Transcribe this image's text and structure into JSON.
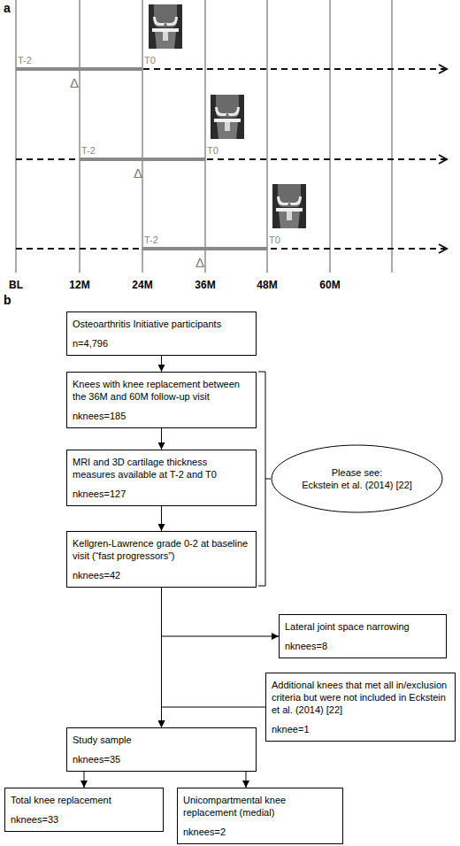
{
  "diagram": {
    "nodes": [
      {
        "text": [
          "Osteoarthritis Initiative participants",
          "n=4,796"
        ]
      },
      {
        "text": [
          "Knees with knee replacement between the 36M and 60M follow-up visit",
          "nknees=185"
        ]
      },
      {
        "text": [
          "MRI and 3D cartilage thickness measures available at T-2 and T0",
          "nknees=127"
        ]
      },
      {
        "text": [
          "Kellgren-Lawrence grade 0-2 at baseline visit (“fast progressors”)",
          "nknees=42"
        ]
      },
      {
        "text": [
          "Please see:",
          "Eckstein et al. (2014) [22]"
        ]
      },
      {
        "text": [
          "Lateral joint space narrowing",
          "nknees=8"
        ]
      },
      {
        "text": [
          "Additional knees that met all in/exclusion criteria but were not included in Eckstein et al. (2014) [22]",
          "nknee=1"
        ]
      },
      {
        "text": [
          "Study sample",
          "nknees=35"
        ]
      },
      {
        "text": [
          "Total knee replacement",
          "nknees=33"
        ]
      },
      {
        "text": [
          "Unicompartmental knee replacement (medial)",
          "nknees=2"
        ]
      }
    ],
    "edges": [
      {
        "from": 0,
        "to": 1,
        "arrow": "to"
      },
      {
        "from": 1,
        "to": 2,
        "arrow": "to"
      },
      {
        "from": 2,
        "to": 3,
        "arrow": "to"
      },
      {
        "from": 3,
        "to": 5,
        "arrow": "to"
      },
      {
        "from": 3,
        "to": 7,
        "arrow": "to"
      },
      {
        "from": 6,
        "to": 7,
        "arrow": "to"
      },
      {
        "from": 7,
        "to": 8,
        "arrow": "to"
      },
      {
        "from": 7,
        "to": 9,
        "arrow": "to"
      }
    ],
    "labels": [
      "a",
      "T-2",
      "T0",
      "Δ",
      "T-2",
      "T0",
      "Δ",
      "T-2",
      "T0",
      "Δ",
      "BL",
      "12M",
      "24M",
      "36M",
      "48M",
      "60M",
      "b"
    ]
  }
}
